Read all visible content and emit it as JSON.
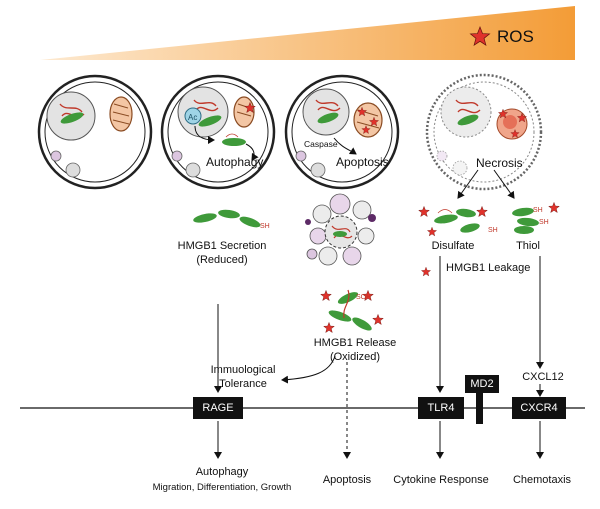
{
  "legend": {
    "ros_label": "ROS",
    "gradient_color": "#f39c37",
    "star_color": "#e0322b"
  },
  "cells": {
    "autophagy_label": "Autophagy",
    "apoptosis_label": "Apoptosis",
    "necrosis_label": "Necrosis",
    "acetyl_label": "Ac",
    "caspase_label": "Caspase"
  },
  "hmgb1": {
    "secretion_line1": "HMGB1 Secretion",
    "secretion_line2": "(Reduced)",
    "release_line1": "HMGB1 Release",
    "release_line2": "(Oxidized)",
    "leakage_label": "HMGB1 Leakage",
    "disulfide_label": "Disulfate",
    "thiol_label": "Thiol",
    "sh_label": "SH",
    "soh_label": "SOH"
  },
  "tolerance": {
    "line1": "Immuological",
    "line2": "Tolerance"
  },
  "receptors": {
    "rage": "RAGE",
    "tlr4": "TLR4",
    "md2": "MD2",
    "cxcr4": "CXCR4",
    "cxcl12": "CXCL12"
  },
  "outcomes": {
    "autophagy_line1": "Autophagy",
    "autophagy_line2": "Migration, Differentiation, Growth",
    "apoptosis": "Apoptosis",
    "cytokine": "Cytokine Response",
    "chemotaxis": "Chemotaxis"
  }
}
